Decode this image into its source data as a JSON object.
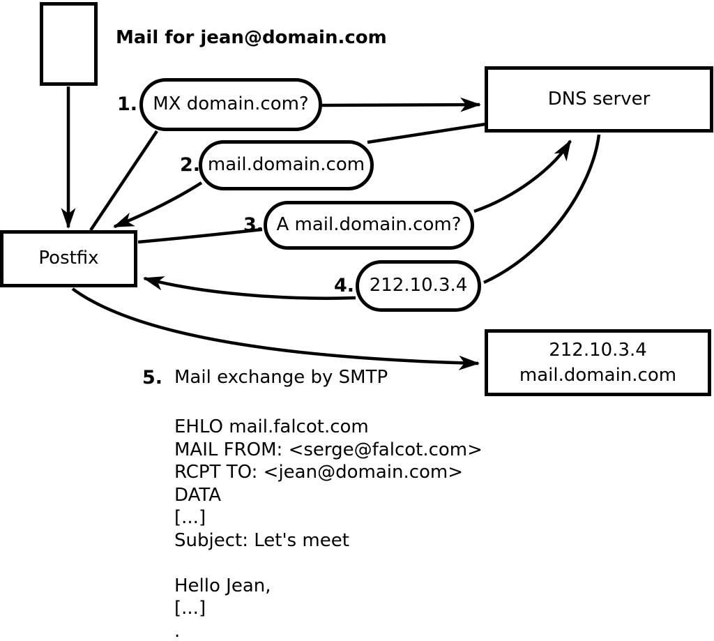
{
  "colors": {
    "stroke": "#000000",
    "background": "#ffffff"
  },
  "title": "Mail for jean@domain.com",
  "nodes": {
    "postfix_label": "Postfix",
    "dns_label": "DNS server",
    "mailserver_ip": "212.10.3.4",
    "mailserver_hostname": "mail.domain.com"
  },
  "steps": [
    {
      "num": "1.",
      "label": "MX domain.com?"
    },
    {
      "num": "2.",
      "label": "mail.domain.com"
    },
    {
      "num": "3.",
      "label": "A mail.domain.com?"
    },
    {
      "num": "4.",
      "label": "212.10.3.4"
    },
    {
      "num": "5.",
      "label": "Mail exchange by SMTP"
    }
  ],
  "smtp_session_lines": [
    "EHLO mail.falcot.com",
    "MAIL FROM: <serge@falcot.com>",
    "RCPT TO: <jean@domain.com>",
    "DATA",
    "[...]",
    "Subject: Let's meet",
    "",
    "Hello Jean,",
    "[...]",
    "."
  ]
}
